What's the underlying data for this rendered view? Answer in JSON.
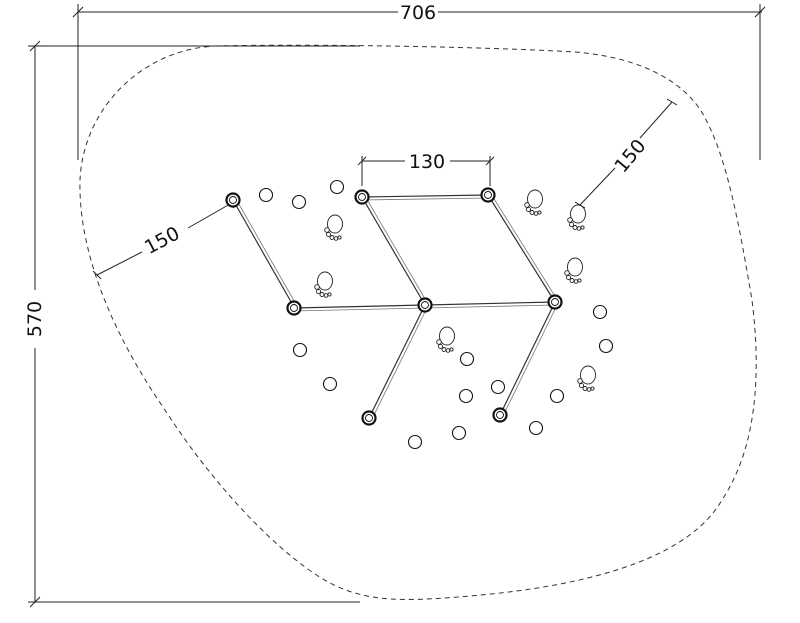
{
  "dimensions": {
    "width_label": "706",
    "height_label": "570",
    "spacing_label": "130",
    "clearance_left_label": "150",
    "clearance_right_label": "150"
  }
}
